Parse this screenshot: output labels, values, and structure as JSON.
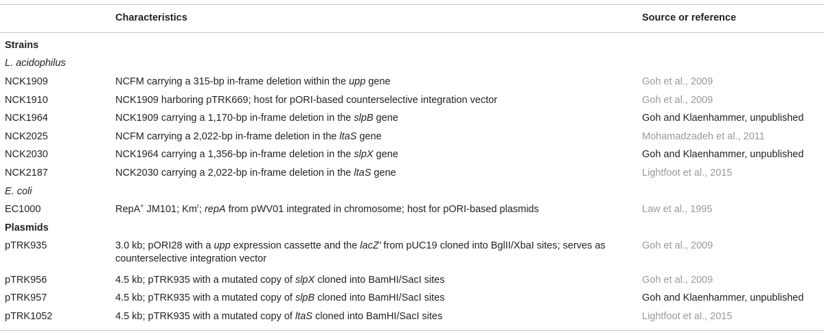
{
  "header": {
    "characteristics": "Characteristics",
    "source": "Source or reference"
  },
  "sections": {
    "strains": "Strains",
    "lacidophilus": "L. acidophilus",
    "ecoli": "E. coli",
    "plasmids": "Plasmids"
  },
  "rows": [
    {
      "id": "NCK1909",
      "pre": "NCFM carrying a 315-bp in-frame deletion within the ",
      "gene": "upp",
      "post": " gene",
      "source": "Goh et al., 2009",
      "linked": true
    },
    {
      "id": "NCK1910",
      "text": "NCK1909 harboring pTRK669; host for pORI-based counterselective integration vector",
      "source": "Goh et al., 2009",
      "linked": true
    },
    {
      "id": "NCK1964",
      "pre": "NCK1909 carrying a 1,170-bp in-frame deletion in the ",
      "gene": "slpB",
      "post": " gene",
      "source": "Goh and Klaenhammer, unpublished",
      "linked": false
    },
    {
      "id": "NCK2025",
      "pre": "NCFM carrying a 2,022-bp in-frame deletion in the ",
      "gene": "ltaS",
      "post": " gene",
      "source": "Mohamadzadeh et al., 2011",
      "linked": true
    },
    {
      "id": "NCK2030",
      "pre": "NCK1964 carrying a 1,356-bp in-frame deletion in the ",
      "gene": "slpX",
      "post": " gene",
      "source": "Goh and Klaenhammer, unpublished",
      "linked": false
    },
    {
      "id": "NCK2187",
      "pre": "NCK2030 carrying a 2,022-bp in-frame deletion in the ",
      "gene": "ltaS",
      "post": " gene",
      "source": "Lightfoot et al., 2015",
      "linked": true
    }
  ],
  "ec1000": {
    "id": "EC1000",
    "a": "RepA",
    "a_sup": "+",
    "b": " JM101; Km",
    "b_sup": "r",
    "c": "; ",
    "gene": "repA",
    "d": " from pWV01 integrated in chromosome; host for pORI-based plasmids",
    "source": "Law et al., 1995"
  },
  "ptrk935": {
    "id": "pTRK935",
    "a": "3.0 kb; pORI28 with a ",
    "gene1": "upp",
    "b": " expression cassette and the ",
    "gene2": "lacZ'",
    "c": " from pUC19 cloned into BglII/XbaI sites; serves as counterselective integration vector",
    "source": "Goh et al., 2009"
  },
  "plasmid_rows": [
    {
      "id": "pTRK956",
      "pre": "4.5 kb; pTRK935 with a mutated copy of ",
      "gene": "slpX",
      "post": " cloned into BamHI/SacI sites",
      "source": "Goh et al., 2009",
      "linked": true
    },
    {
      "id": "pTRK957",
      "pre": "4.5 kb; pTRK935 with a mutated copy of ",
      "gene": "slpB",
      "post": " cloned into BamHI/SacI sites",
      "source": "Goh and Klaenhammer, unpublished",
      "linked": false
    },
    {
      "id": "pTRK1052",
      "pre": "4.5 kb; pTRK935 with a mutated copy of ",
      "gene": "ltaS",
      "post": " cloned into BamHI/SacI sites",
      "source": "Lightfoot et al., 2015",
      "linked": true
    }
  ]
}
